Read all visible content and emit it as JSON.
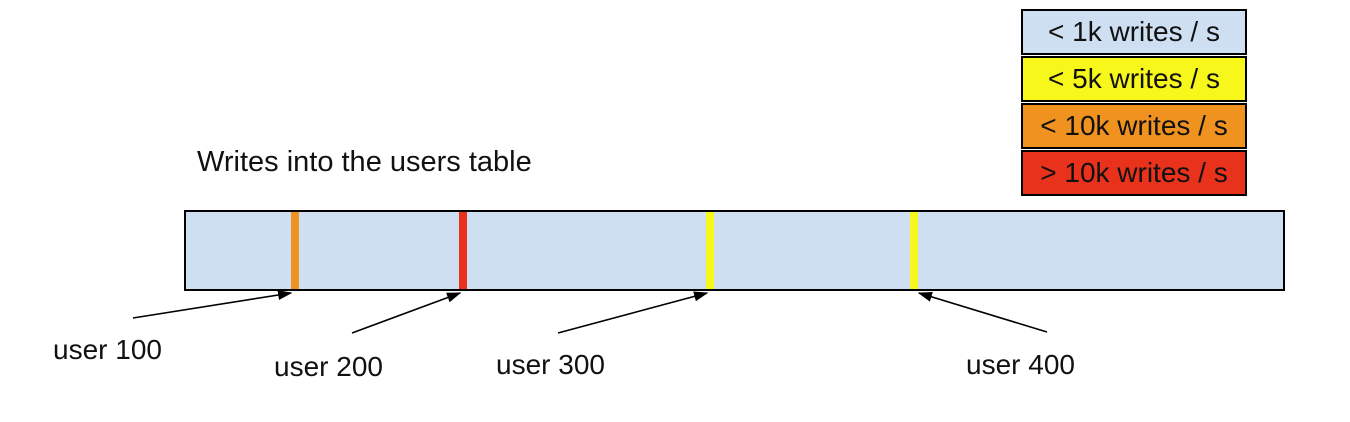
{
  "title": "Writes into the users table",
  "colors": {
    "background": "#ffffff",
    "border": "#000000",
    "bar_fill": "#cedff2",
    "yellow": "#f8f71c",
    "orange": "#f0921f",
    "red": "#e8321c"
  },
  "legend": {
    "items": [
      {
        "label": "< 1k writes / s",
        "color": "#cedff2"
      },
      {
        "label": "< 5k writes / s",
        "color": "#f8f71c"
      },
      {
        "label": "< 10k writes / s",
        "color": "#f0921f"
      },
      {
        "label": "> 10k writes / s",
        "color": "#e8321c"
      }
    ]
  },
  "bar": {
    "fill_color": "#cedff2",
    "markers": [
      {
        "label": "user 100",
        "color": "#f0921f",
        "rate": "< 10k writes / s"
      },
      {
        "label": "user 200",
        "color": "#e8321c",
        "rate": "> 10k writes / s"
      },
      {
        "label": "user 300",
        "color": "#f8f71c",
        "rate": "< 5k writes / s"
      },
      {
        "label": "user 400",
        "color": "#f8f71c",
        "rate": "< 5k writes / s"
      }
    ]
  }
}
